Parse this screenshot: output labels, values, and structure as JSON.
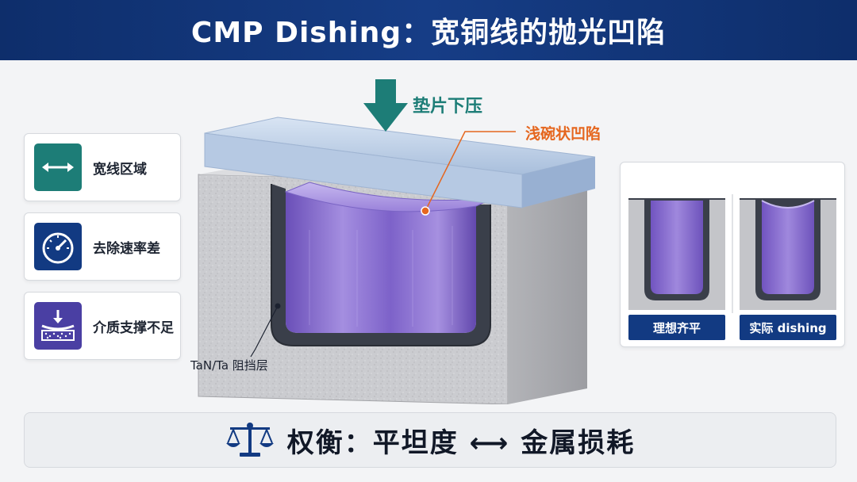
{
  "header": {
    "title": "CMP Dishing：宽铜线的抛光凹陷"
  },
  "side_cards": [
    {
      "label": "宽线区域",
      "icon": "double-arrow-icon",
      "color": "#1d7d77"
    },
    {
      "label": "去除速率差",
      "icon": "speedometer-icon",
      "color": "#123a82"
    },
    {
      "label": "介质支撑不足",
      "icon": "pressure-layer-icon",
      "color": "#4a3fa3"
    }
  ],
  "diagram": {
    "pad_pressure_label": "垫片下压",
    "dish_label": "浅碗状凹陷",
    "barrier_label": "TaN/Ta 阻挡层"
  },
  "compare": {
    "ideal_label": "理想齐平",
    "actual_label": "实际 dishing"
  },
  "footer": {
    "text": "权衡：平坦度 ⟷ 金属损耗",
    "icon": "balance-scale-icon"
  },
  "colors": {
    "header": "#123a82",
    "teal": "#1d7d77",
    "orange": "#e5661e",
    "copper_purple": "#8a6ad4",
    "dielectric_gray": "#c9cacd"
  }
}
